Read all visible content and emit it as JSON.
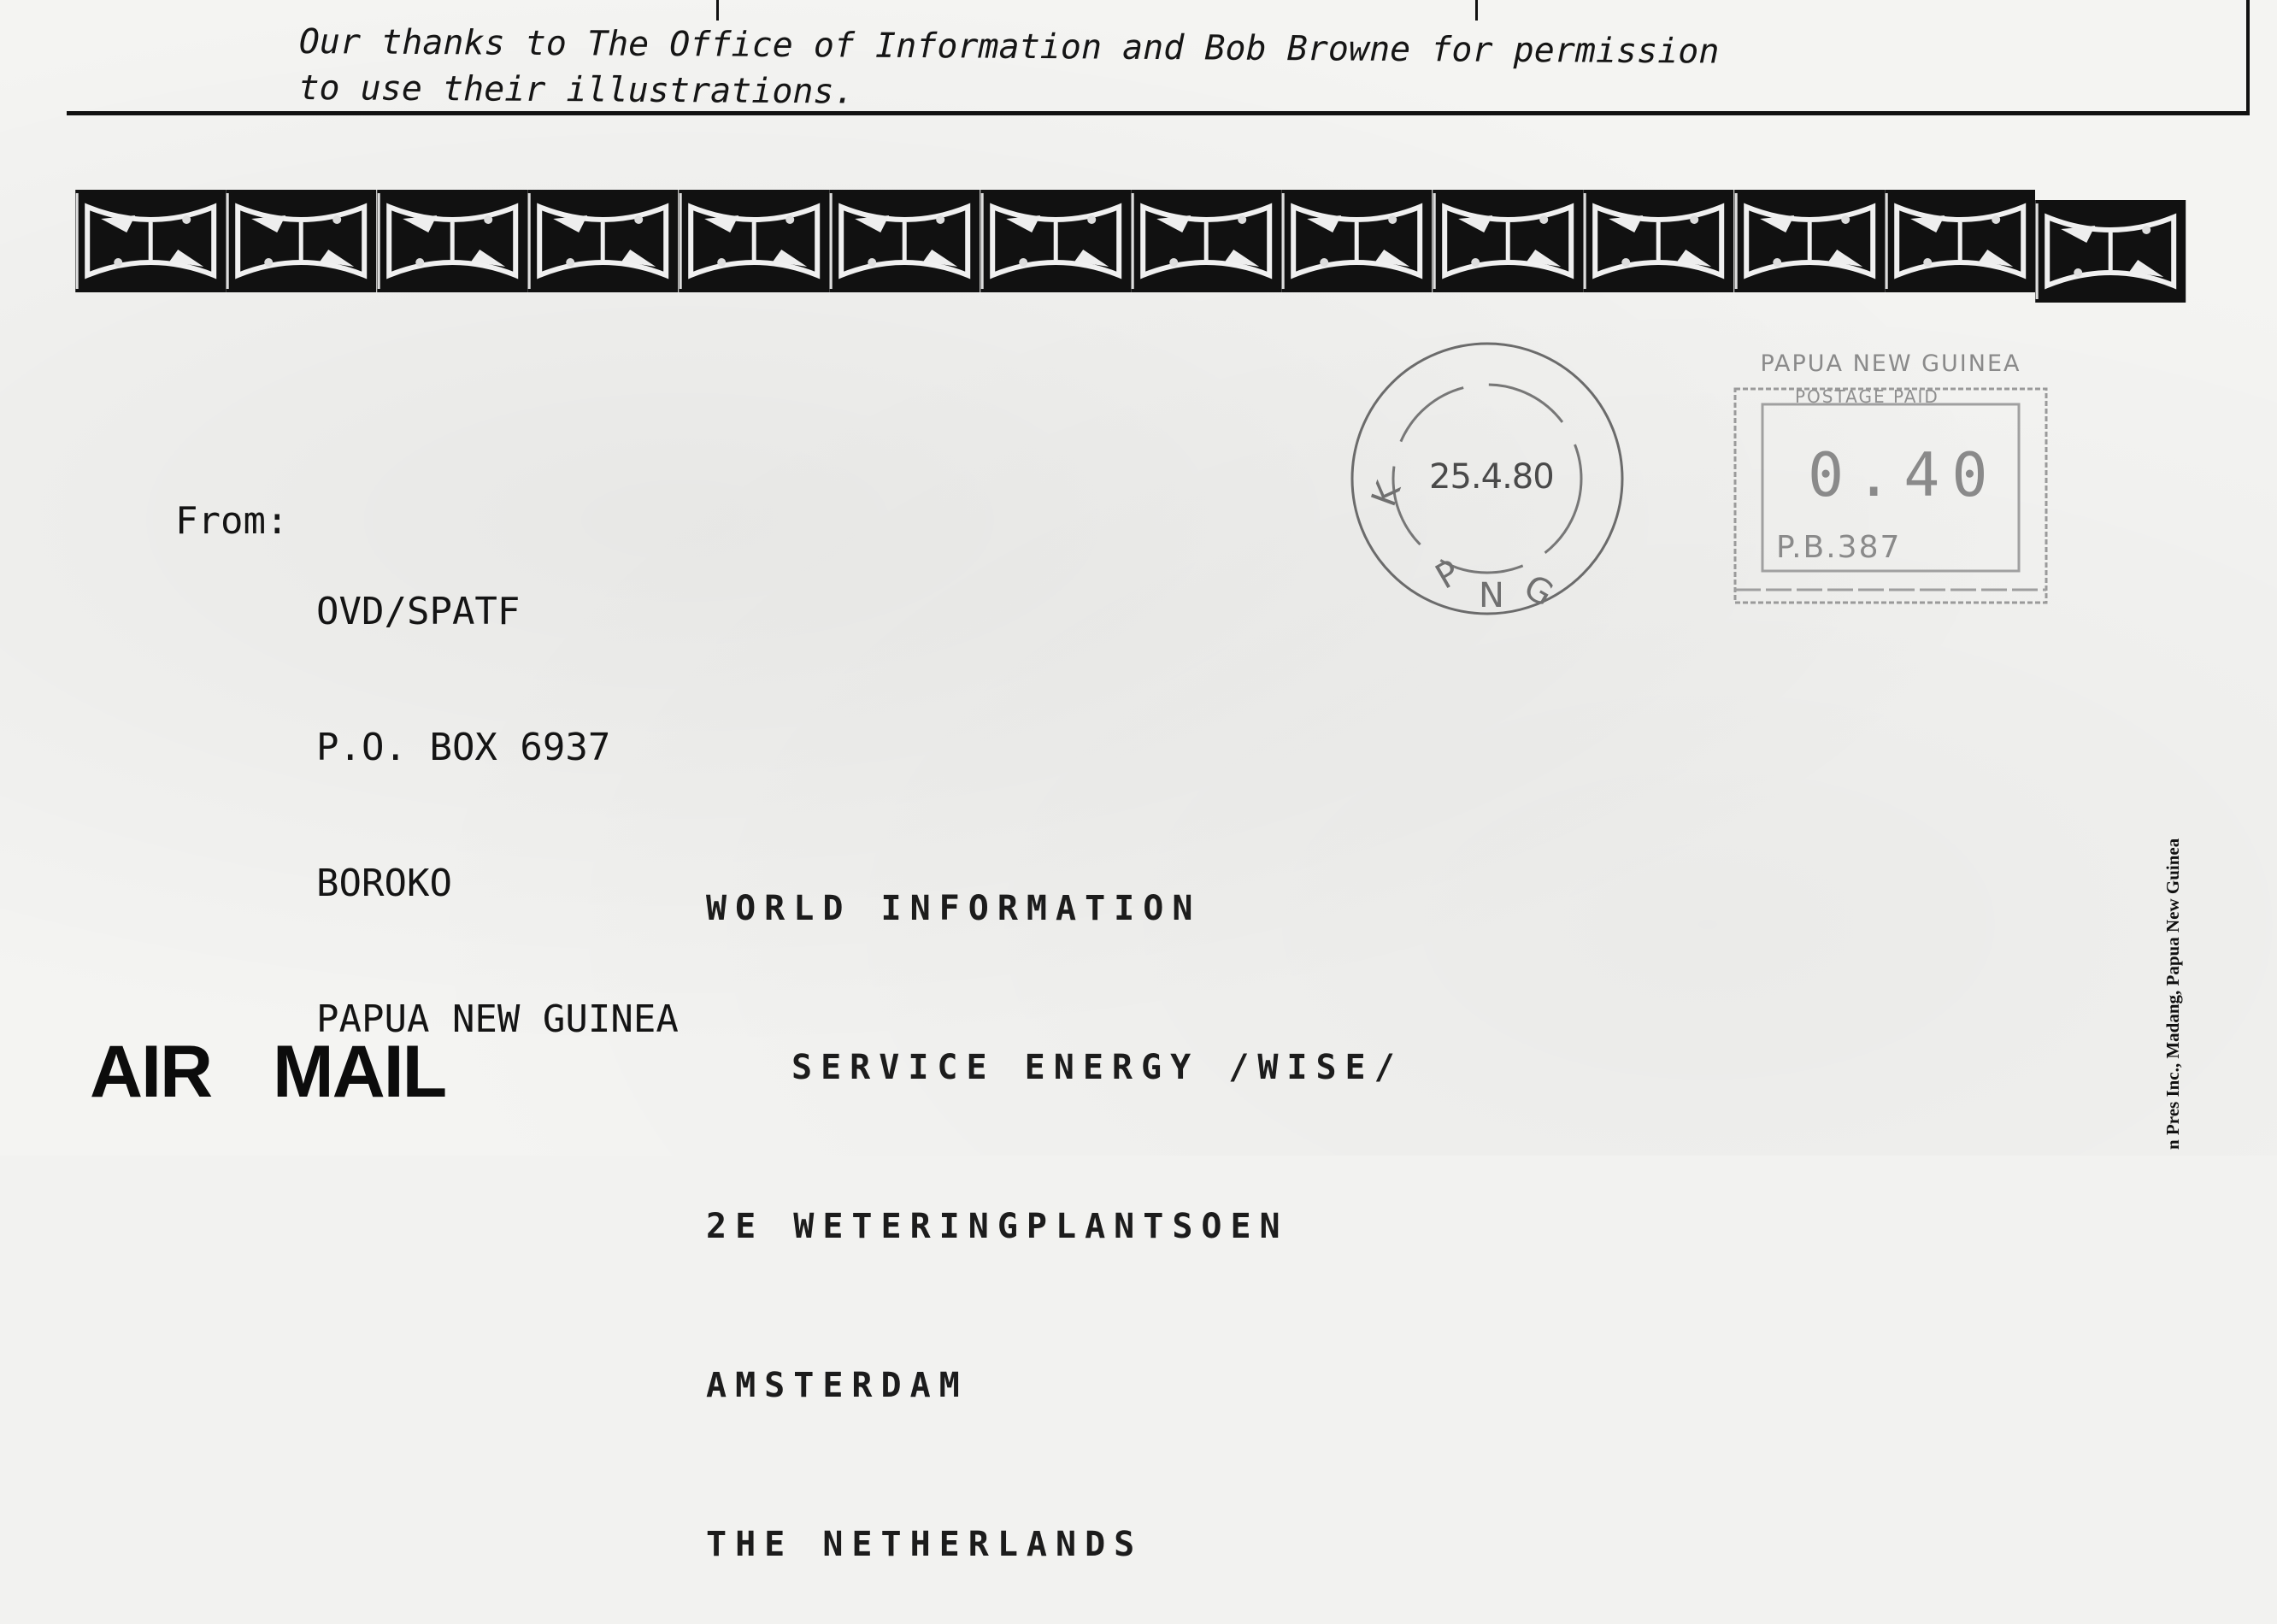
{
  "acknowledgement": {
    "line1": "Our thanks to The Office of Information and Bob Browne for permission",
    "line2": "to use their illustrations."
  },
  "sender": {
    "label": "From:",
    "lines": [
      "OVD/SPATF",
      "P.O. BOX 6937",
      "BOROKO",
      "PAPUA NEW GUINEA"
    ]
  },
  "recipient": {
    "lines": [
      "WORLD INFORMATION",
      "SERVICE ENERGY /WISE/",
      "2E WETERINGPLANTSOEN",
      "AMSTERDAM",
      "THE NETHERLANDS"
    ]
  },
  "airmail_label": "AIR   MAIL",
  "postmark": {
    "date": "25.4.80",
    "bottom_text": "PNG"
  },
  "meter_mark": {
    "country": "PAPUA NEW GUINEA",
    "subtitle": "POSTAGE PAID",
    "value": "0.40",
    "code": "P.B.387"
  },
  "printer_credit": "n Pres Inc., Madang, Papua New Guinea",
  "border_strip": {
    "tile_count": 14
  }
}
